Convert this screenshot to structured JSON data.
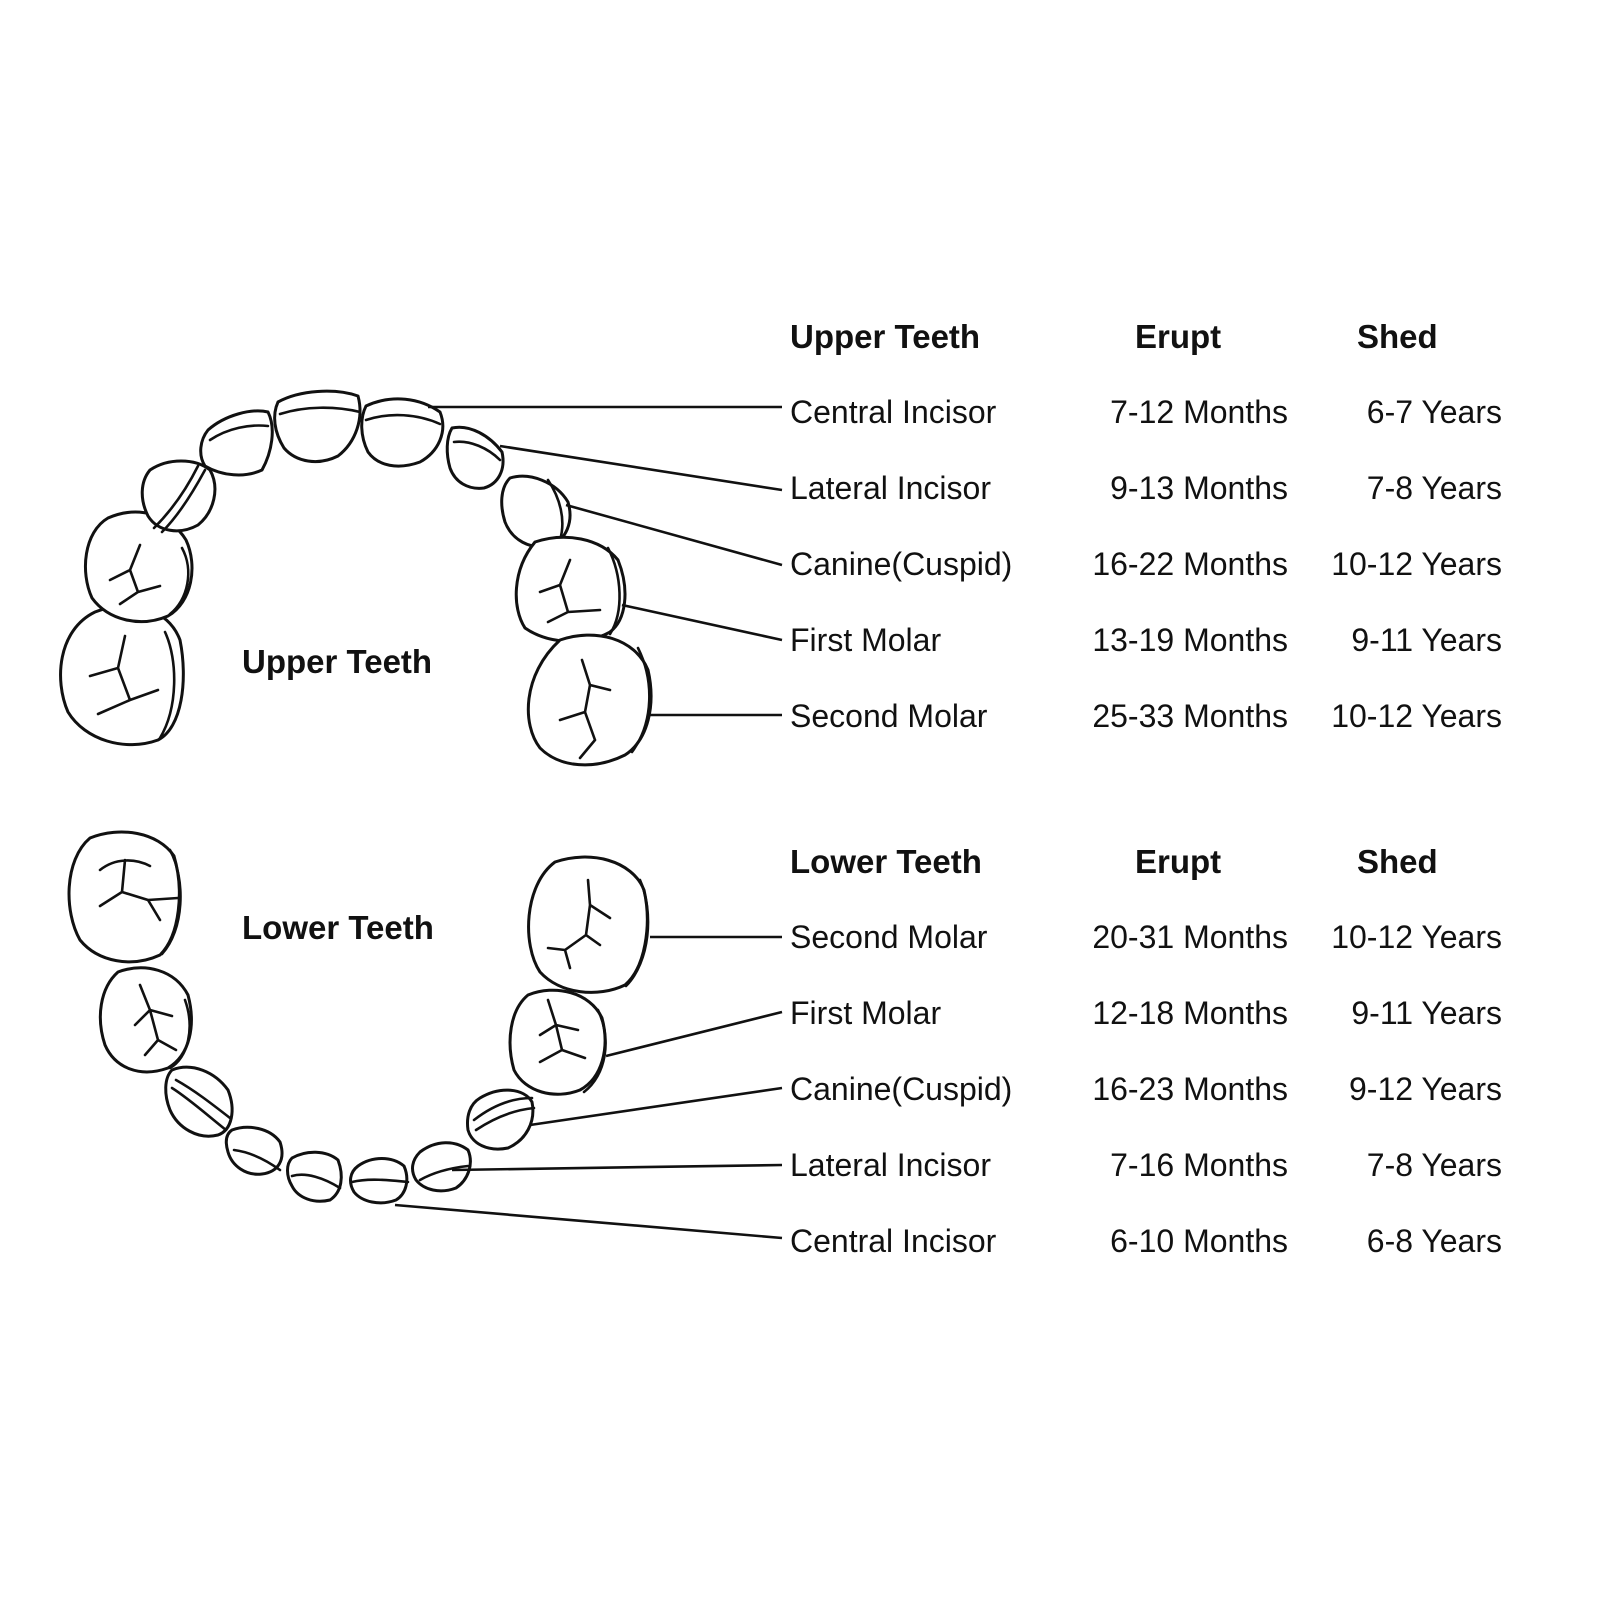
{
  "upper": {
    "label": "Upper Teeth",
    "columns": {
      "tooth": "Upper Teeth",
      "erupt": "Erupt",
      "shed": "Shed"
    },
    "rows": [
      {
        "tooth": "Central Incisor",
        "erupt": "7-12 Months",
        "shed": "6-7 Years"
      },
      {
        "tooth": "Lateral Incisor",
        "erupt": "9-13 Months",
        "shed": "7-8 Years"
      },
      {
        "tooth": "Canine(Cuspid)",
        "erupt": "16-22 Months",
        "shed": "10-12 Years"
      },
      {
        "tooth": "First Molar",
        "erupt": "13-19 Months",
        "shed": "9-11 Years"
      },
      {
        "tooth": "Second Molar",
        "erupt": "25-33 Months",
        "shed": "10-12 Years"
      }
    ]
  },
  "lower": {
    "label": "Lower Teeth",
    "columns": {
      "tooth": "Lower Teeth",
      "erupt": "Erupt",
      "shed": "Shed"
    },
    "rows": [
      {
        "tooth": "Second Molar",
        "erupt": "20-31 Months",
        "shed": "10-12 Years"
      },
      {
        "tooth": "First Molar",
        "erupt": "12-18 Months",
        "shed": "9-11 Years"
      },
      {
        "tooth": "Canine(Cuspid)",
        "erupt": "16-23 Months",
        "shed": "9-12 Years"
      },
      {
        "tooth": "Lateral Incisor",
        "erupt": "7-16 Months",
        "shed": "7-8 Years"
      },
      {
        "tooth": "Central Incisor",
        "erupt": "6-10 Months",
        "shed": "6-8 Years"
      }
    ]
  }
}
